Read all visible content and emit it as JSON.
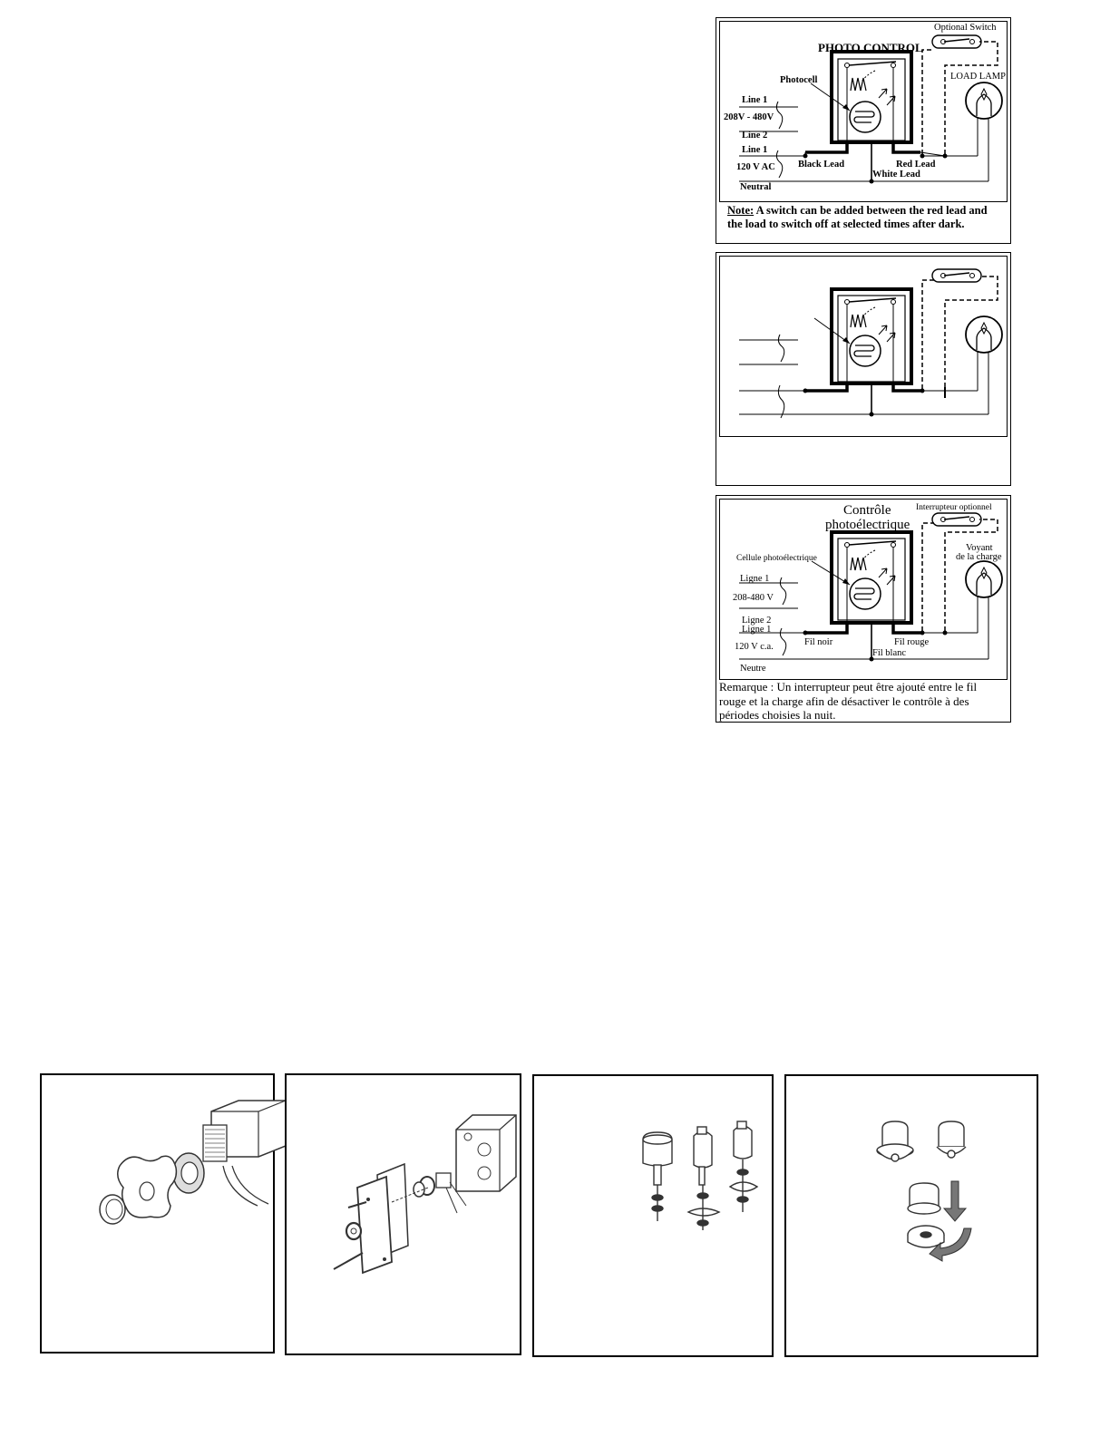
{
  "diagram_en": {
    "title": "PHOTO CONTROL",
    "optional_switch": "Optional Switch",
    "photocell": "Photocell",
    "load_lamp": "LOAD LAMP",
    "line1_high": "Line 1",
    "voltage_high": "208V - 480V",
    "line2": "Line 2",
    "line1_low": "Line 1",
    "voltage_low": "120 V AC",
    "neutral": "Neutral",
    "black_lead": "Black Lead",
    "red_lead": "Red Lead",
    "white_lead": "White Lead",
    "note_label": "Note:",
    "note_text": " A switch can be added between the red lead and the load to switch off at selected times after dark."
  },
  "diagram_fr": {
    "title_line1": "Contrôle",
    "title_line2": "photoélectrique",
    "optional_switch": "Interrupteur optionnel",
    "photocell": "Cellule photoélectrique",
    "load_line1": "Voyant",
    "load_line2": "de la charge",
    "line1_high": "Ligne 1",
    "voltage_high": "208-480 V",
    "line2": "Ligne 2",
    "line1_low": "Ligne 1",
    "voltage_low": "120 V c.a.",
    "neutral": "Neutre",
    "black_lead": "Fil noir",
    "red_lead": "Fil rouge",
    "white_lead": "Fil blanc",
    "note_text": "Remarque : Un interrupteur peut être ajouté entre le fil rouge et la charge afin de désactiver le contrôle à des périodes choisies la nuit."
  }
}
